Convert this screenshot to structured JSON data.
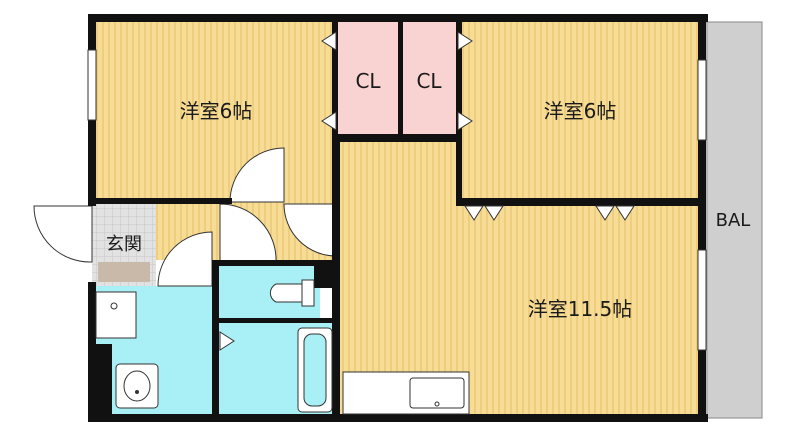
{
  "rooms": {
    "western_room_top_left": "洋室6帖",
    "western_room_top_right": "洋室6帖",
    "western_room_large": "洋室11.5帖",
    "closet_left": "CL",
    "closet_right": "CL",
    "entrance": "玄関",
    "balcony": "BAL"
  },
  "colors": {
    "wall": "#111111",
    "wood_floor": "#f6dc95",
    "wood_stripe": "#e6bf66",
    "closet": "#f9d2d2",
    "wet_area": "#a8f0f6",
    "balcony": "#cfcfcf",
    "entrance_tile": "#d8d8d8",
    "entrance_step": "#c8b9a8"
  },
  "icons": {
    "toilet": "toilet-icon",
    "bathtub": "bathtub-icon",
    "washbasin": "washbasin-icon",
    "kitchen_sink": "kitchen-sink-icon"
  }
}
